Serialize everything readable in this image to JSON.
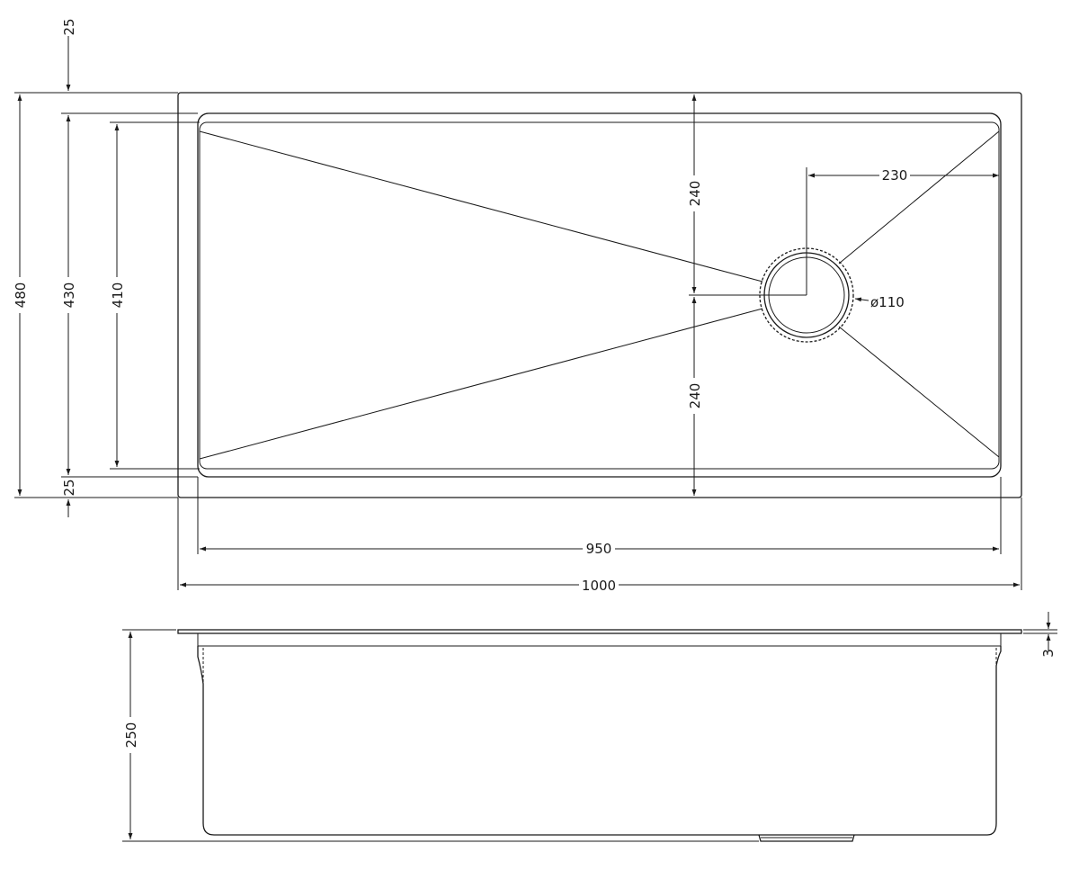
{
  "plan_view": {
    "dim_top_rim": "25",
    "dim_bottom_rim": "25",
    "dim_overall_depth": "480",
    "dim_bowl_depth": "430",
    "dim_inner_depth": "410",
    "dim_to_drain_upper": "240",
    "dim_to_drain_lower": "240",
    "dim_drain_offset": "230",
    "dim_drain_diameter": "ø110",
    "dim_bowl_width": "950",
    "dim_overall_width": "1000"
  },
  "section_view": {
    "dim_bowl_height": "250",
    "dim_flange_thickness": "3"
  }
}
